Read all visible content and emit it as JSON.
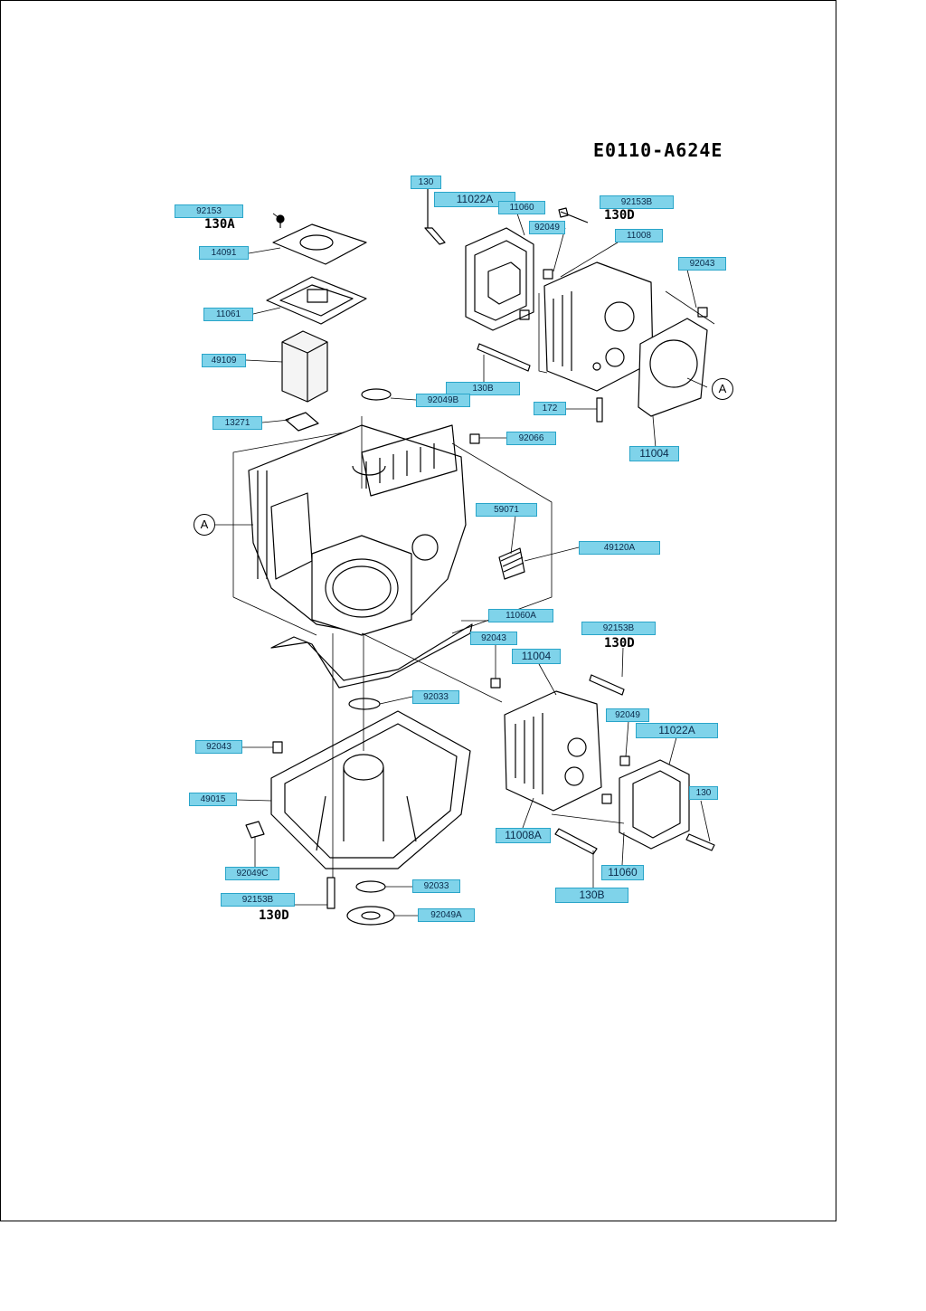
{
  "diagram_code": "E0110-A624E",
  "callout_letter": "A",
  "reference_codes": {
    "r130A": "130A",
    "r130D_top": "130D",
    "r130D_mid": "130D",
    "r130D_bottom": "130D"
  },
  "part_tags": {
    "p92153": "92153",
    "p14091": "14091",
    "p11061": "11061",
    "p49109": "49109",
    "p13271": "13271",
    "p130_top": "130",
    "p11022A_top": "11022A",
    "p11060_top": "11060",
    "p92153B_top": "92153B",
    "p92049_top": "92049",
    "p11008": "11008",
    "p92043_top": "92043",
    "p130B_top": "130B",
    "p92049B": "92049B",
    "p172": "172",
    "p92066": "92066",
    "p11004_top": "11004",
    "p59071": "59071",
    "p49120A": "49120A",
    "p11060A": "11060A",
    "p92153B_mid": "92153B",
    "p92043_mid": "92043",
    "p11004_mid": "11004",
    "p92033_top": "92033",
    "p92043_left": "92043",
    "p92049_mid": "92049",
    "p11022A_mid": "11022A",
    "p49015": "49015",
    "p130_mid": "130",
    "p11008A": "11008A",
    "p92049C": "92049C",
    "p11060_mid": "11060",
    "p92033_bottom": "92033",
    "p92153B_bottom": "92153B",
    "p130B_bottom": "130B",
    "p92049A": "92049A"
  }
}
